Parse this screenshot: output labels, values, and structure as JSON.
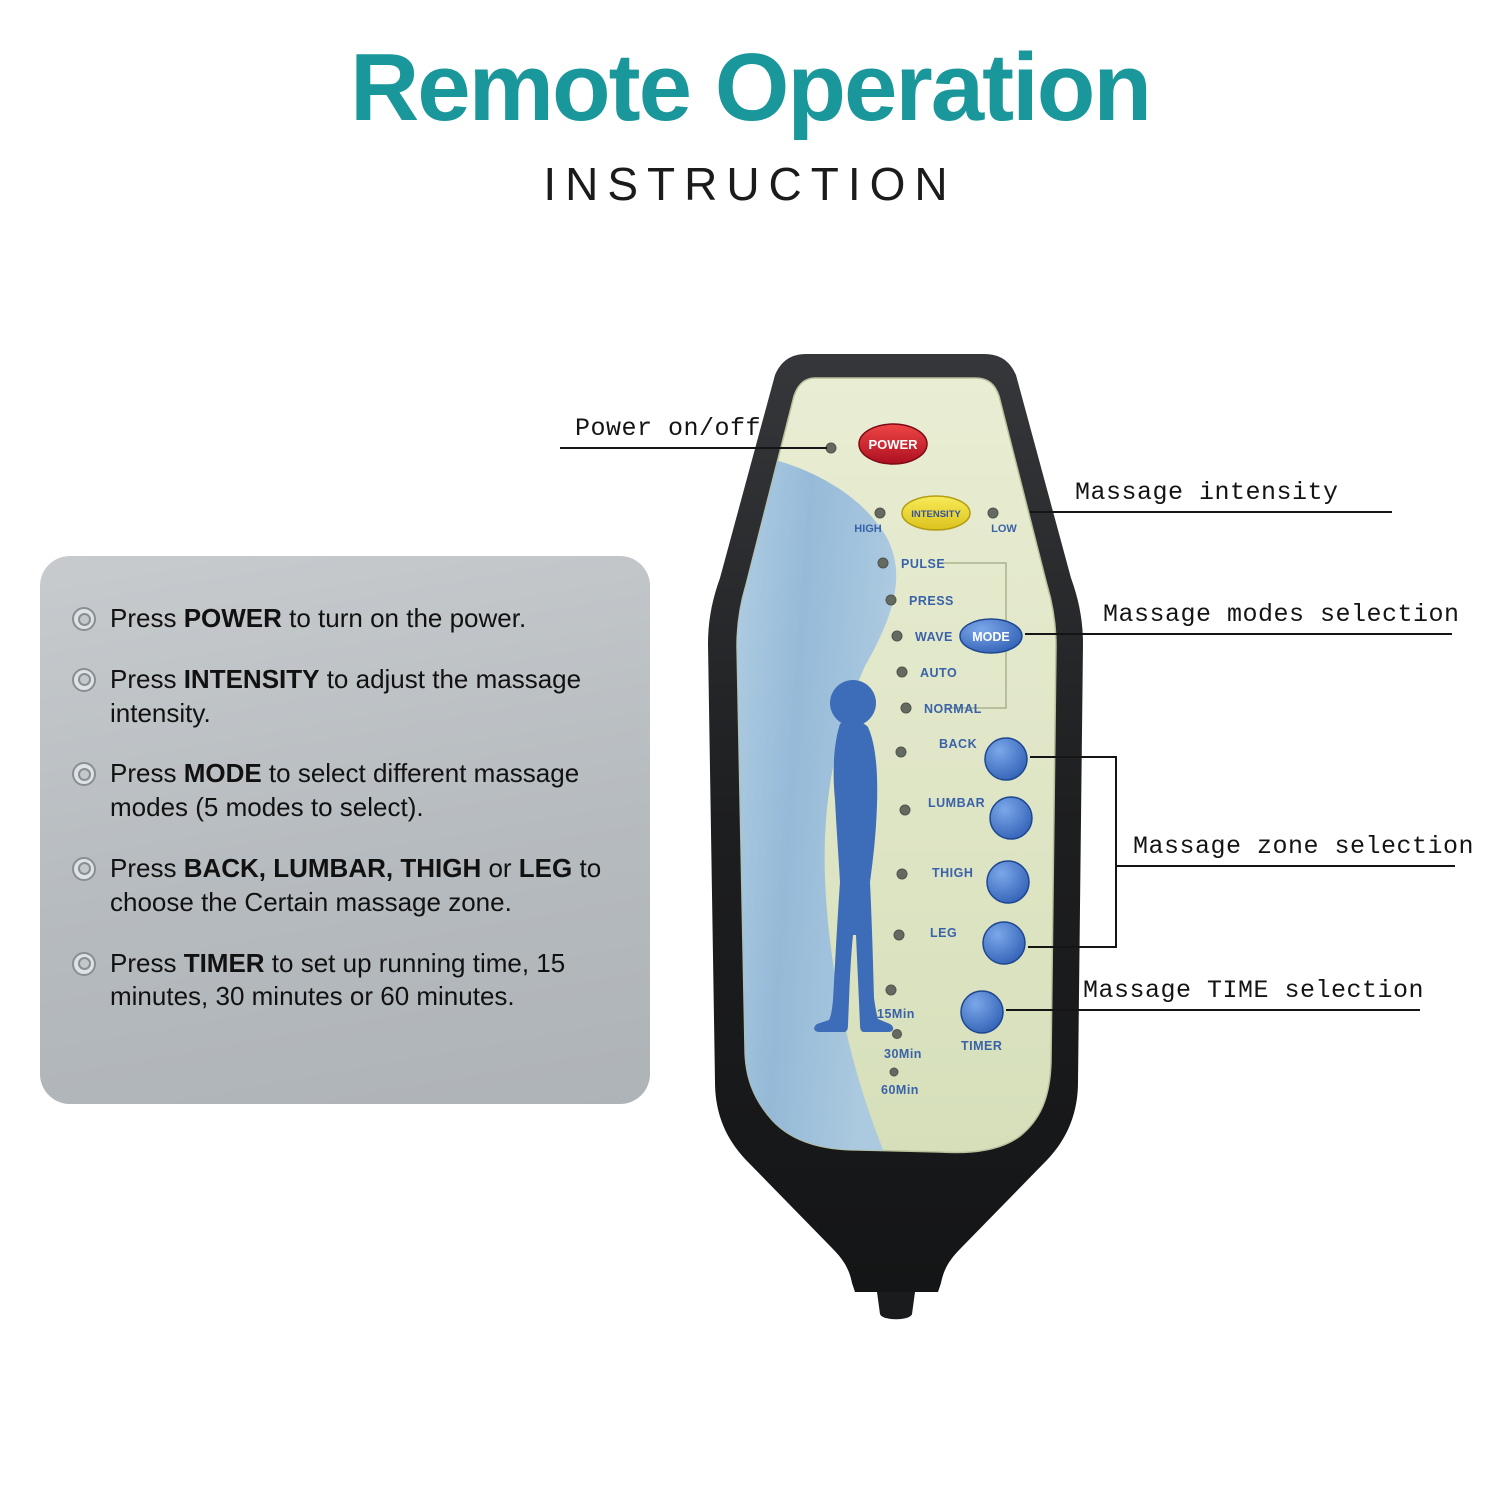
{
  "header": {
    "title": "Remote Operation",
    "subtitle": "INSTRUCTION"
  },
  "instructions": {
    "items": [
      {
        "pre": "Press ",
        "key": "POWER",
        "post": " to turn on the power."
      },
      {
        "pre": "Press ",
        "key": "INTENSITY",
        "post": " to adjust the massage intensity."
      },
      {
        "pre": "Press ",
        "key": "MODE",
        "post": " to select different massage modes (5 modes to select)."
      },
      {
        "pre": "Press ",
        "key": "BACK, LUMBAR, THIGH",
        "mid": " or ",
        "key2": "LEG",
        "post": " to choose the  Certain massage zone."
      },
      {
        "pre": "Press ",
        "key": "TIMER",
        "post": " to set up running time, 15 minutes, 30 minutes or 60 minutes."
      }
    ]
  },
  "remote": {
    "power_label": "POWER",
    "intensity_label": "INTENSITY",
    "high_label": "HIGH",
    "low_label": "LOW",
    "mode_labels": {
      "pulse": "PULSE",
      "press": "PRESS",
      "wave": "WAVE",
      "auto": "AUTO",
      "normal": "NORMAL"
    },
    "mode_button_label": "MODE",
    "zone_labels": {
      "back": "BACK",
      "lumbar": "LUMBAR",
      "thigh": "THIGH",
      "leg": "LEG"
    },
    "timer_labels": {
      "t15": "15Min",
      "t30": "30Min",
      "t60": "60Min"
    },
    "timer_button_label": "TIMER"
  },
  "callouts": {
    "power": "Power on/off",
    "intensity": "Massage intensity",
    "modes": "Massage modes selection",
    "zones": "Massage zone selection",
    "time": "Massage TIME selection"
  },
  "colors": {
    "title": "#1a979b",
    "power-button": "#cf1b2b",
    "intensity-button": "#ecd92e",
    "blue-button": "#3a6fc4",
    "silhouette": "#3d6cb8",
    "face-panel": "#dfe5c4",
    "remote-body": "#1f2021",
    "panel-gray": "#bcc1c5",
    "label-blue": "#3a62a8"
  }
}
